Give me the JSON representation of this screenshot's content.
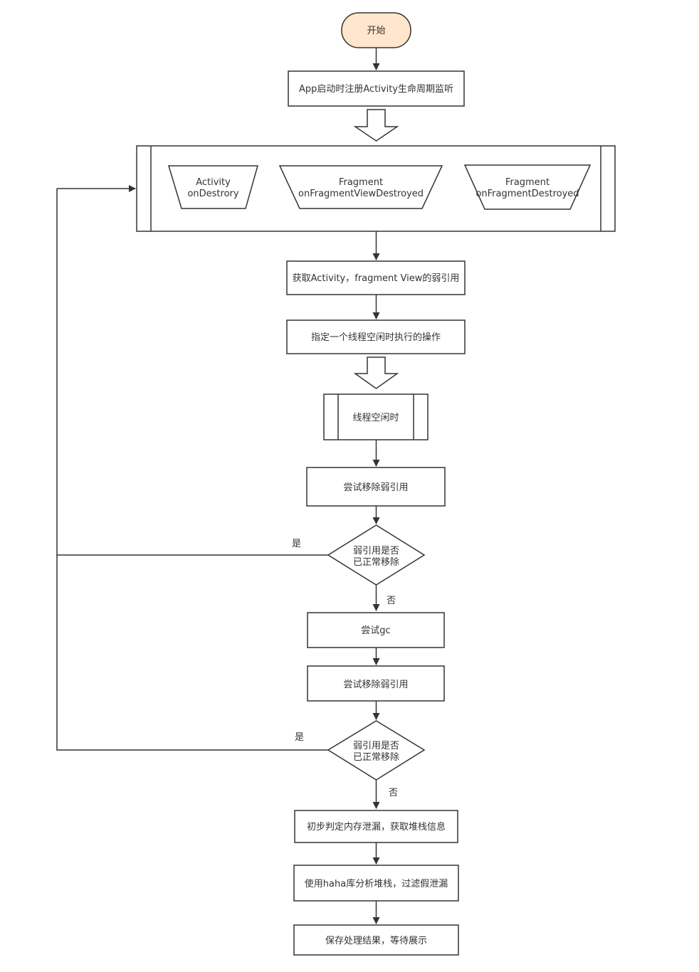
{
  "start": "开始",
  "register": "App启动时注册Activity生命周期监听",
  "callbacks": {
    "activity": [
      "Activity",
      "onDestrory"
    ],
    "fragment_view": [
      "Fragment",
      "onFragmentViewDestroyed"
    ],
    "fragment": [
      "Fragment",
      "onFragmentDestroyed"
    ]
  },
  "get_weak_ref": "获取Activity，fragment View的弱引用",
  "idle_op": "指定一个线程空闲时执行的操作",
  "thread_idle": "线程空闲时",
  "try_remove_1": "尝试移除弱引用",
  "decision_1": [
    "弱引用是否",
    "已正常移除"
  ],
  "yes_1": "是",
  "no_1": "否",
  "try_gc": "尝试gc",
  "try_remove_2": "尝试移除弱引用",
  "decision_2": [
    "弱引用是否",
    "已正常移除"
  ],
  "yes_2": "是",
  "no_2": "否",
  "preliminary": "初步判定内存泄漏，获取堆栈信息",
  "analyze": "使用haha库分析堆栈，过滤假泄漏",
  "save": "保存处理结果，等待展示",
  "colors": {
    "stroke": "#333333",
    "start_fill": "#ffe6cc",
    "box_fill": "#ffffff"
  }
}
